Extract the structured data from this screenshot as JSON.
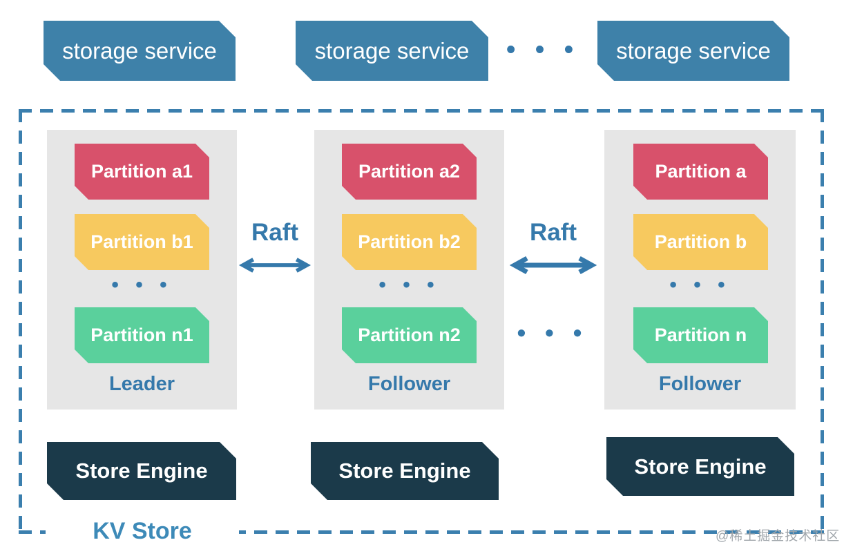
{
  "colors": {
    "accent_blue": "#3579ab",
    "border_blue": "#3b7fae",
    "banner_blue": "#3e81a9",
    "partition_red": "#d8516b",
    "partition_yellow": "#f7c95f",
    "partition_green": "#5ad09c",
    "engine_navy": "#1b3a4a",
    "node_gray": "#e6e6e6",
    "kv_label_blue": "#3d8ab8",
    "watermark_gray": "#a0a6ab"
  },
  "icons": {
    "ellipsis": "• • •",
    "raft_arrow": "double-headed-horizontal-arrow"
  },
  "top_services": [
    {
      "label": "storage service"
    },
    {
      "label": "storage service"
    },
    {
      "label": "storage service"
    }
  ],
  "kv_store": {
    "label": "KV Store",
    "nodes": [
      {
        "role": "Leader",
        "partitions": [
          {
            "label": "Partition a1"
          },
          {
            "label": "Partition b1"
          },
          {
            "label": "Partition n1"
          }
        ]
      },
      {
        "role": "Follower",
        "partitions": [
          {
            "label": "Partition a2"
          },
          {
            "label": "Partition b2"
          },
          {
            "label": "Partition n2"
          }
        ]
      },
      {
        "role": "Follower",
        "partitions": [
          {
            "label": "Partition a"
          },
          {
            "label": "Partition b"
          },
          {
            "label": "Partition n"
          }
        ]
      }
    ],
    "raft_links": [
      {
        "label": "Raft"
      },
      {
        "label": "Raft"
      }
    ],
    "engines": [
      {
        "label": "Store Engine"
      },
      {
        "label": "Store Engine"
      },
      {
        "label": "Store Engine"
      }
    ]
  },
  "watermark": "@稀土掘金技术社区"
}
